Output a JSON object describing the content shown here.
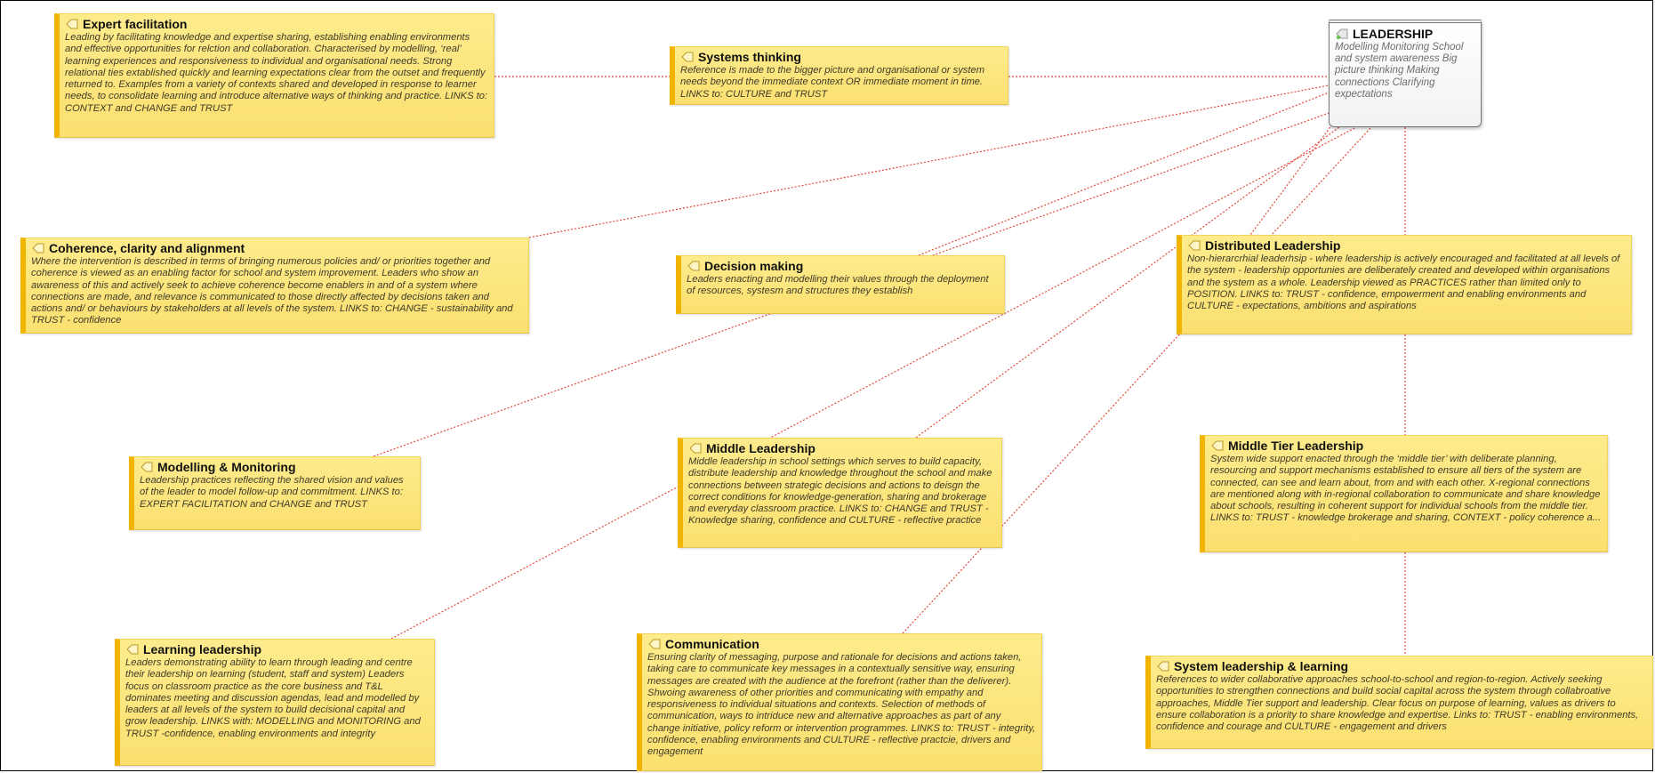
{
  "colors": {
    "note_fill": "#fbe070",
    "note_accent": "#f1b400",
    "link_color": "#e2483a",
    "central_fill": "#f1f2f4"
  },
  "central": {
    "title": "LEADERSHIP",
    "description": "Modelling Monitoring School and system awareness Big picture thinking Making connections  Clarifying expectations"
  },
  "nodes": [
    {
      "id": "expert",
      "title": "Expert facilitation",
      "description": "Leading by facilitating knowledge and expertise sharing, establishing enabling environments and effective opportunities for relction and collaboration. Characterised by modelling, ‘real’ learning experiences and responsiveness to individual and organisational needs. Strong relational ties extablished quickly and learning expectations clear from the outset and frequently returned to. Examples from a variety of contexts shared and developed in response to learner needs, to consolidate learning and introduce alternative ways of thinking and practice. LINKS to: CONTEXT and CHANGE and TRUST"
    },
    {
      "id": "systems",
      "title": "Systems thinking",
      "description": "Reference is made to the bigger picture and organisational or system needs beyond the immediate context OR immediate moment in time. LINKS to: CULTURE and TRUST"
    },
    {
      "id": "coherence",
      "title": "Coherence, clarity and alignment",
      "description": "Where the intervention is described in terms of bringing numerous policies and/ or priorities together and coherence is viewed as an enabling factor for school and system improvement. Leaders who show an awareness of this and actively seek to achieve coherence become enablers in and of a system where connections are made, and relevance is communicated to those directly affected by decisions taken and actions and/ or behaviours by stakeholders at all levels of the system. LINKS to: CHANGE - sustainability and TRUST - confidence"
    },
    {
      "id": "decision",
      "title": "Decision making",
      "description": "Leaders enacting and modelling their values through the deployment of resources, systesm and structures they establish"
    },
    {
      "id": "distributed",
      "title": "Distributed Leadership",
      "description": "Non-hierarcrhial leaderhsip - where leadership is actively encouraged and facilitated at all levels of the system - leadership opportunies are deliberately created and developed within organisations and the system as a whole. Leadership viewed as PRACTICES rather than limited only to POSITION. LINKS to: TRUST - confidence, empowerment and enabling environments and CULTURE - expectations, ambitions and aspirations"
    },
    {
      "id": "modelling",
      "title": "Modelling & Monitoring",
      "description": "Leadership practices reflecting the shared vision and values of the leader to model follow-up and commitment. LINKS to: EXPERT FACILITATION and CHANGE and TRUST"
    },
    {
      "id": "middle",
      "title": "Middle Leadership",
      "description": "Middle leadership in school settings which serves to build capacity, distribute leadership and knowledge throughout the school and make connections between strategic decisions and actions to deisgn the correct conditions for knowledge-generation, sharing and brokerage and everyday classroom practice. LINKS to: CHANGE and TRUST - Knowledge sharing, confidence and CULTURE - reflective practice"
    },
    {
      "id": "middletier",
      "title": "Middle Tier Leadership",
      "description": "System wide support enacted through the ‘middle tier’ with deliberate planning, resourcing and support mechanisms established to ensure all tiers of the system are connected, can see and learn about, from and with each other. X-regional connections are mentioned along with in-regional collaboration to communicate and share knowledge about schools, resulting in coherent support for individual schools from the middle tier. LINKS to: TRUST - knowledge brokerage and sharing, CONTEXT - policy coherence a..."
    },
    {
      "id": "learning",
      "title": "Learning leadership",
      "description": "Leaders demonstrating ability to learn through leading and centre their leadership on learning (student, staff and system) Leaders focus on classroom practice as the core business and T&L dominates meeting and discussion agendas, lead and modelled by leaders at all levels of the system to build decisional capital and grow leadership. LINKS with: MODELLING and MONITORING and TRUST -confidence, enabling environments and integrity"
    },
    {
      "id": "communication",
      "title": "Communication",
      "description": "Ensuring clarity of messaging, purpose and rationale for decisions and actions taken, taking care to communicate key messages in a contextually sensitive way, ensuring messages are created with the audience at the forefront (rather than the deliverer). Shwoing awareness of other priorities and communicating with empathy and responsiveness to individual situations and contexts. Selection of methods of communication, ways to intriduce new and alternative approaches as part of any change initiative, policy reform or intervention programmes. LINKS to: TRUST - integrity, confidence, enabling environments and CULTURE - reflective practcie, drivers and engagement"
    },
    {
      "id": "syslearning",
      "title": "System leadership & learning",
      "description": "References to wider collaborative approaches school-to-school and region-to-region. Actively seeking opportunities to strengthen connections and build social capital across the system through collabroative approaches, Middle Tier support and leadership. Clear focus on purpose of learning, values as drivers to ensure collaboration is a priority to share knowledge and expertise. Links to: TRUST - enabling environments, confidence and courage and CULTURE - engagement and drivers"
    }
  ]
}
